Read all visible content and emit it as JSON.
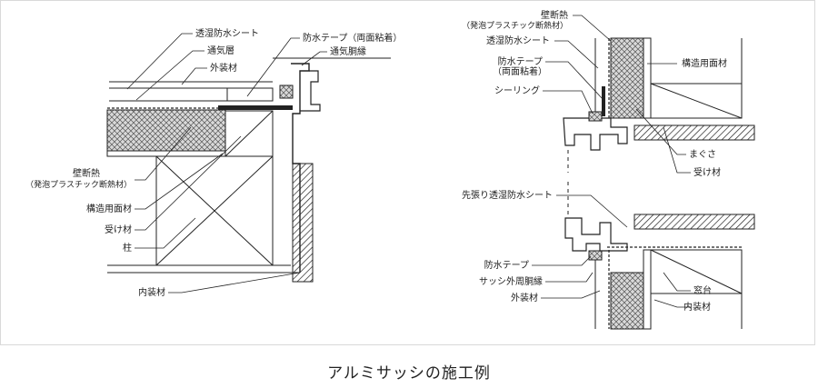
{
  "caption": "アルミサッシの施工例",
  "left_detail": {
    "labels": {
      "breathable_sheet": "透湿防水シート",
      "vent_layer": "通気層",
      "exterior": "外装材",
      "tape_double": "防水テープ（両面粘着）",
      "vent_furring": "通気胴縁",
      "insulation": "壁断熱",
      "insulation_sub": "（発泡プラスチック断熱材）",
      "structural_panel": "構造用面材",
      "receiver": "受け材",
      "post": "柱",
      "interior": "内装材"
    }
  },
  "right_detail": {
    "labels": {
      "insulation": "壁断熱",
      "insulation_sub": "（発泡プラスチック断熱材）",
      "breathable_sheet": "透湿防水シート",
      "tape": "防水テープ",
      "tape_sub": "（両面粘着）",
      "sealing": "シーリング",
      "structural_panel": "構造用面材",
      "magusa": "まぐさ",
      "receiver": "受け材",
      "pre_sheet": "先張り透湿防水シート",
      "tape2": "防水テープ",
      "sash_furring": "サッシ外周胴縁",
      "exterior": "外装材",
      "window_sill": "窓台",
      "interior": "内装材"
    }
  }
}
